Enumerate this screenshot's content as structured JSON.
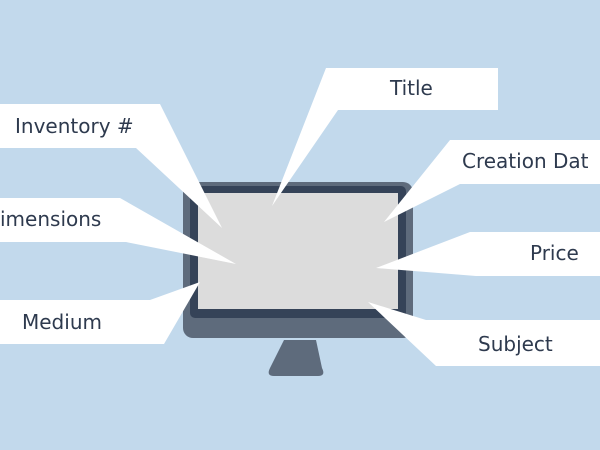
{
  "colors": {
    "background": "#c2d9ec",
    "callout": "#ffffff",
    "monitor_body": "#5e6b7c",
    "monitor_bezel": "#354358",
    "screen": "#dcdcdc",
    "stand": "#5e6b7c",
    "text": "#2e3a4e"
  },
  "labels": {
    "title": "Title",
    "inventory": "Inventory #",
    "creation_date": "Creation Dat",
    "dimensions": "imensions",
    "price": "Price",
    "medium": "Medium",
    "subject": "Subject"
  },
  "icons": [
    "monitor-icon"
  ]
}
